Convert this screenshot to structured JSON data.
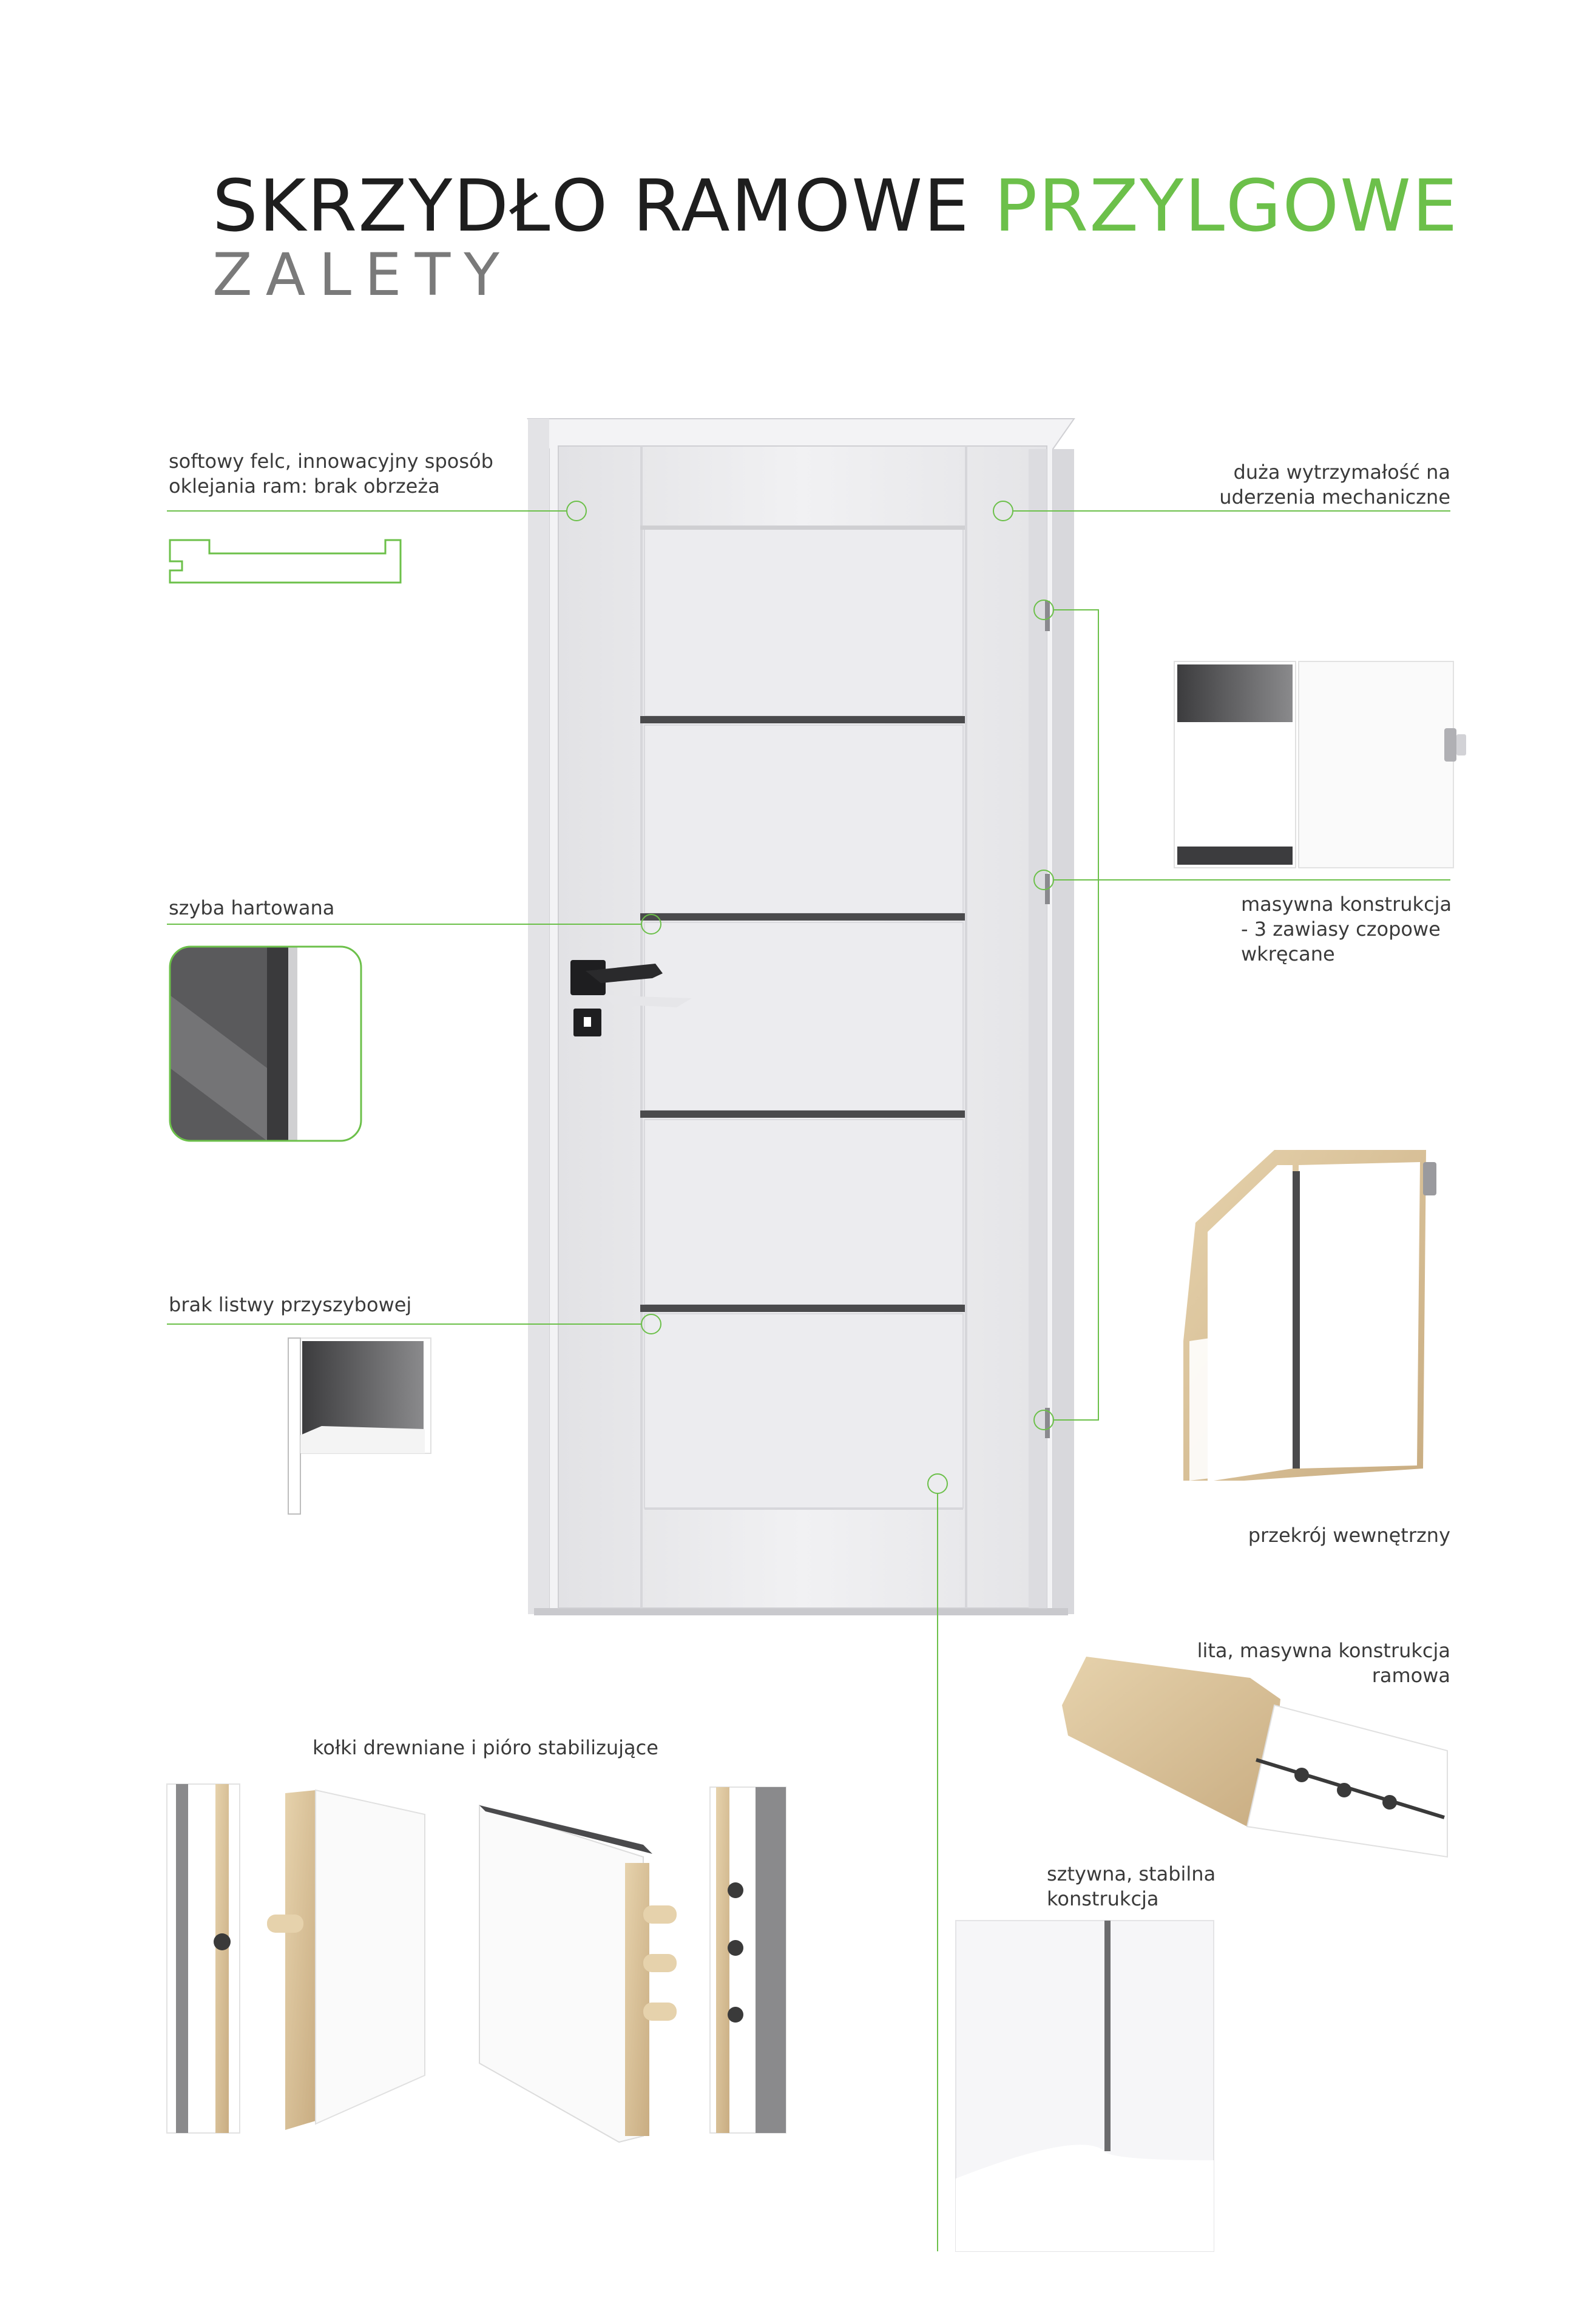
{
  "header": {
    "title_part1": "SKRZYDŁO RAMOWE ",
    "title_part2": "PRZYLGOWE",
    "subtitle": "ZALETY"
  },
  "colors": {
    "accent": "#6cc04a",
    "door_white": "#ebebed",
    "glass_dark": "#4a4a4c",
    "wood": "#d9c29c"
  },
  "features": {
    "softowy_felc": [
      "softowy felc, innowacyjny sposób",
      "oklejania ram: brak obrzeża"
    ],
    "duza_wytrzymalosc": [
      "duża wytrzymałość na",
      "uderzenia mechaniczne"
    ],
    "szyba": [
      "szyba hartowana"
    ],
    "masywna": [
      "masywna konstrukcja",
      "- 3 zawiasy czopowe",
      "wkręcane"
    ],
    "brak_listwy": [
      "brak listwy przyszybowej"
    ],
    "przekroj": [
      "przekrój wewnętrzny"
    ],
    "lita": [
      "lita, masywna konstrukcja",
      "ramowa"
    ],
    "kolki": [
      "kołki drewniane i pióro stabilizujące"
    ],
    "sztywna": [
      "sztywna, stabilna",
      "konstrukcja"
    ]
  }
}
